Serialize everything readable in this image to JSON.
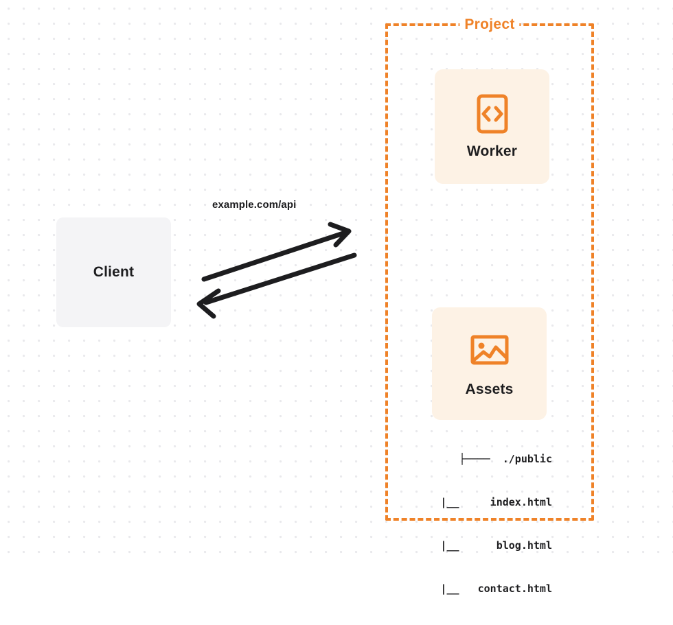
{
  "diagram": {
    "title": "Project",
    "background": "dot-grid",
    "accent_color": "#ef8228",
    "card_background": "#fdf2e5",
    "client_background": "#f4f4f6",
    "text_color": "#1d1d1f"
  },
  "client": {
    "label": "Client"
  },
  "project": {
    "label": "Project"
  },
  "nodes": [
    {
      "id": "worker",
      "label": "Worker",
      "icon": "code-brackets-icon"
    },
    {
      "id": "assets",
      "label": "Assets",
      "icon": "image-icon"
    }
  ],
  "edge": {
    "label": "example.com/api",
    "direction": "bidirectional"
  },
  "file_tree": {
    "rows": [
      "├────  ./public",
      "   |__     index.html",
      "   |__      blog.html",
      "   |__   contact.html"
    ]
  }
}
